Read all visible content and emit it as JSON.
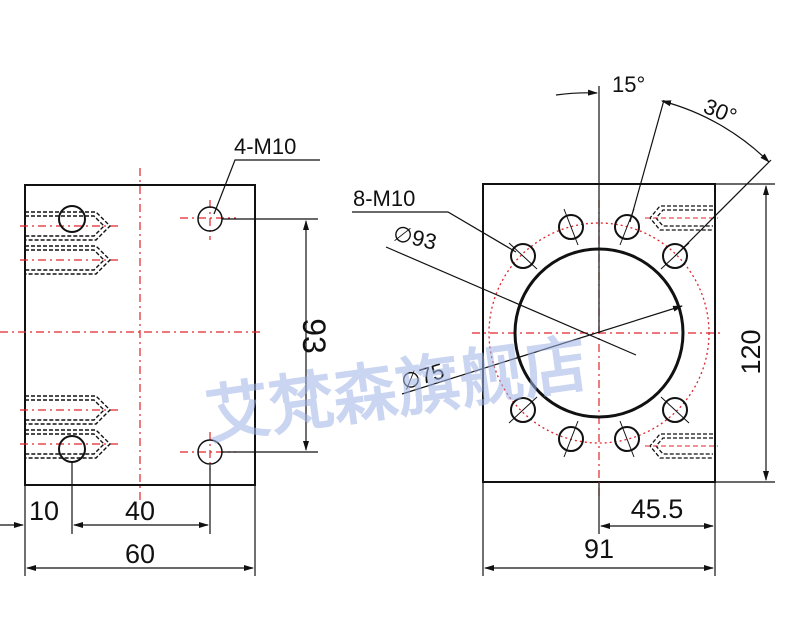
{
  "diagram": {
    "side_view": {
      "label_holes": "4-M10",
      "dim_bolt_spacing": "93",
      "dim_edge_offset": "10",
      "dim_hole_spacing": "40",
      "dim_width": "60"
    },
    "front_view": {
      "label_holes": "8-M10",
      "label_pitch_circle": "∅93",
      "label_bore": "∅75",
      "angle_small": "15°",
      "angle_large": "30°",
      "dim_height": "120",
      "dim_center_offset": "45.5",
      "dim_width": "91"
    },
    "watermark": "艾梵森旗舰店",
    "colors": {
      "line": "#111111",
      "centerline": "#e0242b",
      "watermark": "#9fb3e6"
    }
  }
}
